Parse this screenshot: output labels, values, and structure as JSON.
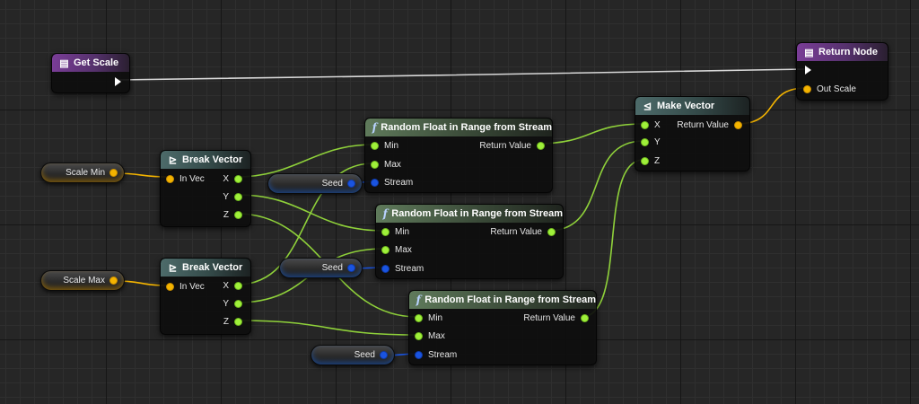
{
  "colors": {
    "float_pin": "#9ff03a",
    "integer_pin": "#1a54e0",
    "vector_pin": "#f4b400",
    "exec_pin": "#ffffff",
    "pure_function_header": "#5f7a5b",
    "entry_node_header": "#7a3d97"
  },
  "get_scale": {
    "title": "Get Scale",
    "icon": "entry-node-icon"
  },
  "return_node": {
    "title": "Return Node",
    "icon": "entry-node-icon",
    "out_scale_label": "Out Scale"
  },
  "make_vector": {
    "title": "Make Vector",
    "icon": "make-struct-icon",
    "x_label": "X",
    "y_label": "Y",
    "z_label": "Z",
    "return_label": "Return Value"
  },
  "break_vector_min": {
    "title": "Break Vector",
    "icon": "break-struct-icon",
    "in_label": "In Vec",
    "x_label": "X",
    "y_label": "Y",
    "z_label": "Z"
  },
  "break_vector_max": {
    "title": "Break Vector",
    "icon": "break-struct-icon",
    "in_label": "In Vec",
    "x_label": "X",
    "y_label": "Y",
    "z_label": "Z"
  },
  "random_x": {
    "title": "Random Float in Range from Stream",
    "icon": "function-icon",
    "min_label": "Min",
    "max_label": "Max",
    "stream_label": "Stream",
    "return_label": "Return Value"
  },
  "random_y": {
    "title": "Random Float in Range from Stream",
    "icon": "function-icon",
    "min_label": "Min",
    "max_label": "Max",
    "stream_label": "Stream",
    "return_label": "Return Value"
  },
  "random_z": {
    "title": "Random Float in Range from Stream",
    "icon": "function-icon",
    "min_label": "Min",
    "max_label": "Max",
    "stream_label": "Stream",
    "return_label": "Return Value"
  },
  "vars": {
    "scale_min": "Scale Min",
    "scale_max": "Scale Max",
    "seed_1": "Seed",
    "seed_2": "Seed",
    "seed_3": "Seed"
  }
}
